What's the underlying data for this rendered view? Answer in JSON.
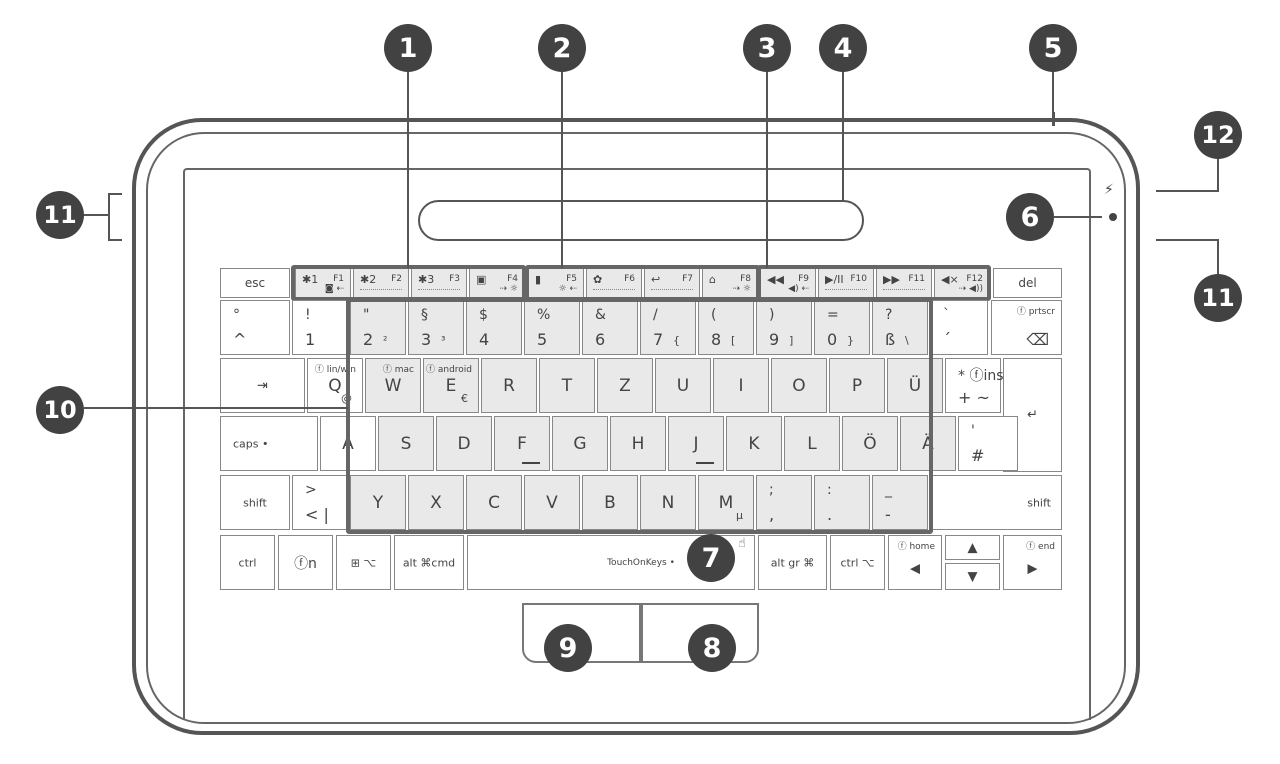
{
  "callouts": [
    "1",
    "2",
    "3",
    "4",
    "5",
    "6",
    "7",
    "8",
    "9",
    "10",
    "11",
    "11",
    "12"
  ],
  "function_row": {
    "esc": "esc",
    "del": "del",
    "keys": [
      {
        "icon": "✱1",
        "f": "F1",
        "sub": "◙ ⇠"
      },
      {
        "icon": "✱2",
        "f": "F2",
        "sub": ""
      },
      {
        "icon": "✱3",
        "f": "F3",
        "sub": ""
      },
      {
        "icon": "▣",
        "f": "F4",
        "sub": "⇢ ☼"
      },
      {
        "icon": "▮",
        "f": "F5",
        "sub": "☼ ⇠"
      },
      {
        "icon": "✿",
        "f": "F6",
        "sub": ""
      },
      {
        "icon": "↩",
        "f": "F7",
        "sub": ""
      },
      {
        "icon": "⌂",
        "f": "F8",
        "sub": "⇢ ☼"
      },
      {
        "icon": "◀◀",
        "f": "F9",
        "sub": "◀) ⇠"
      },
      {
        "icon": "▶/II",
        "f": "F10",
        "sub": ""
      },
      {
        "icon": "▶▶",
        "f": "F11",
        "sub": ""
      },
      {
        "icon": "◀×",
        "f": "F12",
        "sub": "⇢ ◀))"
      }
    ]
  },
  "number_row": [
    {
      "t": "°",
      "b": "^"
    },
    {
      "t": "!",
      "b": "1"
    },
    {
      "t": "\"",
      "b": "2",
      "r": "²"
    },
    {
      "t": "§",
      "b": "3",
      "r": "³"
    },
    {
      "t": "$",
      "b": "4"
    },
    {
      "t": "%",
      "b": "5"
    },
    {
      "t": "&",
      "b": "6"
    },
    {
      "t": "/",
      "b": "7",
      "r": "{"
    },
    {
      "t": "(",
      "b": "8",
      "r": "["
    },
    {
      "t": ")",
      "b": "9",
      "r": "]"
    },
    {
      "t": "=",
      "b": "0",
      "r": "}"
    },
    {
      "t": "?",
      "b": "ß",
      "r": "\\"
    },
    {
      "t": "`",
      "b": "´"
    },
    {
      "rt": "ⓕ prtscr",
      "b": "⌫"
    }
  ],
  "qwertz_row": [
    {
      "c": "⇥"
    },
    {
      "c": "Q",
      "rt": "ⓕ lin/win",
      "r": "@"
    },
    {
      "c": "W",
      "rt": "ⓕ mac"
    },
    {
      "c": "E",
      "rt": "ⓕ android",
      "r": "€"
    },
    {
      "c": "R"
    },
    {
      "c": "T"
    },
    {
      "c": "Z"
    },
    {
      "c": "U"
    },
    {
      "c": "I"
    },
    {
      "c": "O"
    },
    {
      "c": "P"
    },
    {
      "c": "Ü"
    },
    {
      "t": "* ⓕins",
      "b": "+ ~"
    },
    {
      "c": "↵"
    }
  ],
  "home_row": [
    {
      "c": "caps  •"
    },
    {
      "c": "A"
    },
    {
      "c": "S"
    },
    {
      "c": "D"
    },
    {
      "c": "F"
    },
    {
      "c": "G"
    },
    {
      "c": "H"
    },
    {
      "c": "J"
    },
    {
      "c": "K"
    },
    {
      "c": "L"
    },
    {
      "c": "Ö"
    },
    {
      "c": "Ä"
    },
    {
      "t": "'",
      "b": "#"
    }
  ],
  "bottom_letter_row": [
    {
      "c": "shift"
    },
    {
      "t": ">",
      "b": "< |"
    },
    {
      "c": "Y"
    },
    {
      "c": "X"
    },
    {
      "c": "C"
    },
    {
      "c": "V"
    },
    {
      "c": "B"
    },
    {
      "c": "N"
    },
    {
      "c": "M",
      "r": "µ"
    },
    {
      "t": ";",
      "b": ","
    },
    {
      "t": ":",
      "b": "."
    },
    {
      "t": "_",
      "b": "-"
    },
    {
      "c": "shift"
    }
  ],
  "modifier_row": [
    {
      "c": "ctrl"
    },
    {
      "c": "ⓕn"
    },
    {
      "c": "⊞  ⌥"
    },
    {
      "c": "alt   ⌘cmd"
    },
    {
      "c": "TouchOnKeys   •"
    },
    {
      "c": "alt gr     ⌘"
    },
    {
      "c": "ctrl   ⌥"
    },
    {
      "rt": "ⓕ home",
      "c": "◀"
    },
    {
      "c": "▲"
    },
    {
      "c": "▼"
    },
    {
      "rt": "ⓕ end",
      "c": "▶"
    }
  ],
  "status_icons": {
    "charging": "⚡",
    "touch_gesture": "☝"
  }
}
